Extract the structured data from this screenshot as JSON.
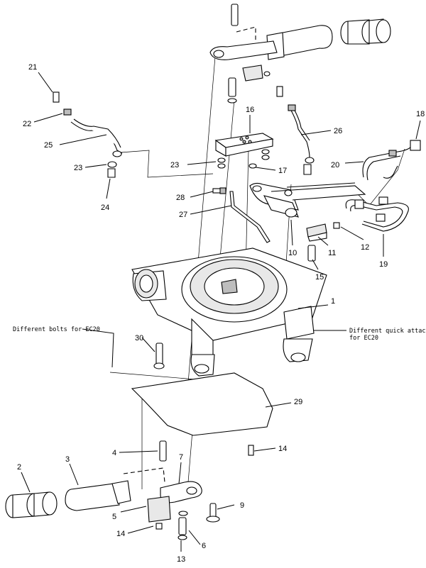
{
  "notes": {
    "bolts": "Different bolts for EC20",
    "quick_attach_line1": "Different quick attachment",
    "quick_attach_line2": "for EC20"
  },
  "callouts": [
    "1",
    "2",
    "3",
    "4",
    "5",
    "6",
    "7",
    "9",
    "10",
    "11",
    "12",
    "13",
    "14",
    "14",
    "15",
    "16",
    "17",
    "18",
    "19",
    "20",
    "21",
    "22",
    "23",
    "23",
    "24",
    "25",
    "26",
    "27",
    "28",
    "29",
    "30"
  ]
}
